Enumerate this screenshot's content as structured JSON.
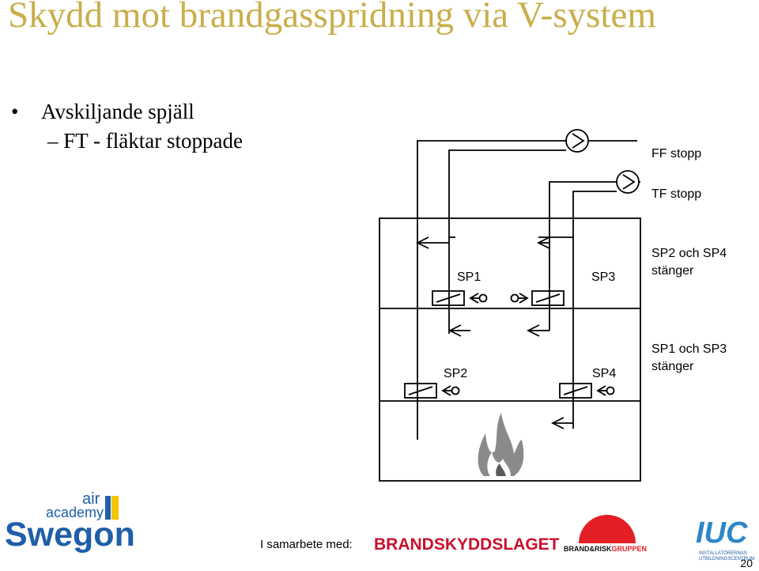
{
  "slide": {
    "title": "Skydd mot brandgasspridning via V-system",
    "bullet_symbol": "•",
    "bullet": "Avskiljande spjäll",
    "sub_bullet": "– FT - fläktar stoppade",
    "page_number": "20"
  },
  "diagram": {
    "fans": [
      {
        "label": "FF stopp"
      },
      {
        "label": "TF stopp"
      }
    ],
    "dampers": [
      {
        "label": "SP1"
      },
      {
        "label": "SP3"
      },
      {
        "label": "SP2"
      },
      {
        "label": "SP4"
      }
    ],
    "notes": [
      {
        "line1": "SP2 och SP4",
        "line2": "stänger"
      },
      {
        "line1": "SP1 och SP3",
        "line2": "stänger"
      }
    ],
    "fire_icon": "flame-icon",
    "colors": {
      "title": "#c9ae4b",
      "lines": "#000000",
      "flame": "#8a8a8a"
    }
  },
  "footer": {
    "cooperation_label": "I samarbete med:",
    "logos": {
      "air_academy_line1": "air",
      "air_academy_line2": "academy",
      "swegon": "Swegon",
      "brandskyddslaget": "BRANDSKYDDSLAGET",
      "brand_risk_part1": "BRAND&RISK",
      "brand_risk_part2": "GRUPPEN",
      "iuc": "IUC",
      "iuc_sub1": "INSTALLATÖRERNAS",
      "iuc_sub2": "UTBILDNINGSCENTRUM"
    },
    "colors": {
      "swegon_blue": "#1f5fa8",
      "brandskyddslaget_red": "#c8102e",
      "brand_risk_red": "#e41e26",
      "iuc_blue": "#2e87c8"
    }
  }
}
